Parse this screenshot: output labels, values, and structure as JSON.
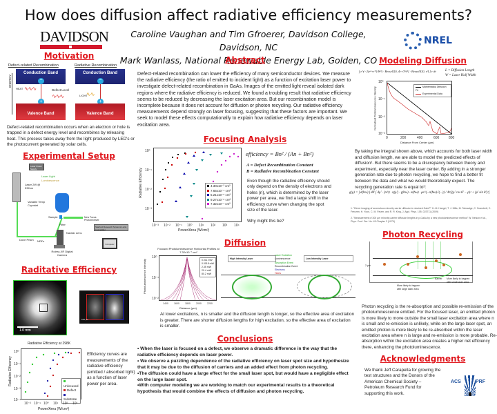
{
  "header": {
    "title": "How does diffusion affect radiative efficiency measurements?",
    "authors_line1": "Caroline Vaughan and Tim Gfroerer, Davidson College, Davidson, NC",
    "authors_line2": "Mark Wanlass, National Renewable Energy Lab, Golden, CO",
    "logo_left": "DAVIDSON",
    "logo_right": "NREL"
  },
  "motivation": {
    "heading": "Motivation",
    "label_left": "Defect-related Recombination",
    "label_right": "Radiative Recombination",
    "conduction_band": "Conduction Band",
    "valence_band": "Valence Band",
    "defect_level": "Defect Level",
    "heat": "HEAT",
    "light": "LIGHT",
    "energy_axis": "ENERGY",
    "minus": "−",
    "plus": "+",
    "text": "Defect-related recombination occurs when an electron or hole is trapped in a defect energy level and recombines by releasing heat. This process takes away from the light produced by LED's or the photocurrent generated by solar cells."
  },
  "setup": {
    "heading": "Experimental Setup",
    "labels": {
      "laser_power": "Laser Power Supply",
      "laser": "Laser 2W @ 532nm",
      "legend_laser": "Laser Light",
      "legend_lum": "Luminescence",
      "cryostat": "Variable Temp Cryostat",
      "sample": "Sample",
      "collimating": "Collimating Lens",
      "focusing": "Focusing Lens & Filter",
      "photodiode": "New Focus Photoreceiver",
      "lockin": "Stanford Research Systems Lock-In Amplifier",
      "filter": "Filter",
      "navitar": "Navitar Lens",
      "camera": "Rolera-XR Digital Camera",
      "computer": "Computer",
      "dove": "Dove Prism",
      "ndfs": "NDFs"
    }
  },
  "radiative_efficiency": {
    "heading": "Raditative Efficiency",
    "scale_left": "1.0 mm",
    "scale_right": "100 µm",
    "text": "Efficiency curves are measurements of the radiative efficiency (emitted / absorbed light) as a function of laser power per area."
  },
  "abstract": {
    "heading": "Abstract",
    "text": "Defect-related recombination can lower the efficiency of many semiconductor devices. We measure the radiative efficiency (the ratio of emitted to incident light) as a function of excitation laser power to investigate defect-related recombination in GaAs. Images of the emitted light reveal isolated dark regions where the radiative efficiency is reduced. We found a troubling result that radiative efficiency seems to be reduced by decreasing the laser excitation area. But our recombination model is incomplete because it does not account for diffusion or photon recycling. Our radiative efficiency measurements depend strongly on laser focusing, suggesting that these factors are important. We seek to model these effects computationally to explain how radiative efficiency depends on laser excitation area."
  },
  "focusing": {
    "heading": "Focusing Analysis",
    "equation": "efficiency = Bn² / (An + Bn²)",
    "const_a": "A = Defect Recombination Constant",
    "const_b": "B = Radiative Recombination Constant",
    "text": "Even though the radiative efficiency should only depend on the density of electrons and holes (n), which is determined by the laser power per area, we find a large shift in the efficiency curve when changing the spot size of the laser.",
    "question": "Why might this be?"
  },
  "diffusion": {
    "heading": "Diffusion",
    "high_label": "High Intensity Laser",
    "low_label": "Low Intensity Laser",
    "legend": [
      "Laser Excitation",
      "Luminescence",
      "Absorption Event",
      "Recombination Event",
      "Electrons",
      "Holes"
    ],
    "text": "At lower excitations, n is smaller and the diffusion length is longer, so the effective area of excitation is greater. There are shorter diffusion lengths for high excitation, so the effective area of excitation is smaller."
  },
  "conclusions": {
    "heading": "Conclusions",
    "bullets": [
      "• When the laser is focused on a defect, we observe a dramatic difference in the way that the radiative efficiency depends on laser power.",
      "• We observe a puzzling dependence of the radiative efficiency on laser spot size and hypothesize that it may be due to the diffusion of carriers and an added effect from photon recycling.",
      "•The diffusion could have a large effect for the small laser spot, but would have a negligible effect on the large laser spot.",
      "•With computer modeling we are working to match our experimental results to a theoretical hypothesis that would combine the effects of diffusion and photon recycling."
    ]
  },
  "modeling": {
    "heading": "Modeling Diffusion",
    "equation": "∫ e^(−2(r²+r'²)/W²) · BesselI[0, 4r·r'/W²] · BesselK[0, r/L] r dr",
    "def_l": "L = Diffusion Length",
    "def_w": "W = Laser Half Width",
    "text": "By taking the integral shown above, which accounts for both laser width and diffusion length, we are able to model the predicted effects of diffusion¹. But there seems to be a discrepancy between theory and experiment, especially near the laser center. By adding in a stronger generation rate due to photon recycling, we hope to find a better fit between the data and what we would theoretically expect. The recycling generation rate is equal to²:",
    "recycling_eq": "g(ρ) = ∫ d(ħω) ∫ dθ' ∫ dρ' · (n/τ) · η(ρ') · γ(ħω) · α(ħω) · ρe^(−α(ħω)√(...)) / 4π[(ρ' cos θ' − ρ)² + (ρ' sin θ')²]",
    "ref1": "1. \"Direct imaging of anomalous minority carrier diffusion in strained GaInP\" H.-M. Haegel, T. J. Mills, M. Talmadge, C. Scandrett, C. Frenzen, H. Yoon, C. M. Fetzer, and R. R. King, J. Appl. Phys. 105, 023711 (2009)",
    "ref2": "2. \"Measurement of 300 µm minority-carrier diffusion lengths in p-GaAs by a new photoluminescence method\" W. Nelson et al., Phys. Conf. Ser. No. 45 Chapter 3 (1979)"
  },
  "photon_recycling": {
    "heading": "Photon Recycling",
    "thickness": "2 µm",
    "barrier": "Barrier",
    "note_large": "More likely to happen with large laser area",
    "note_small": "More likely to happen with small laser area",
    "text": "Photon recycling is the re-absorption and possible re-emission of the photoluminescence emitted. For the focused laser, an emitted photon is more likely to move outside the small laser excitation area where n is small and re-emission is unlikely, while on the large laser spot, an emitted photon is more likely to be re-absorbed within the laser excitation area where n is large and re-emission is more probable. Re-absorption within the excitation area creates a higher net efficiency there, enhancing the photoluminescence."
  },
  "acknowledgments": {
    "heading": "Acknowledgments",
    "text": "We thank Jeff Carapella for growing the test structures and the Donors of the American Chemical Society – Petroleum Research Fund for supporting this work.",
    "logo_left": "ACS",
    "logo_right": "PRF"
  },
  "chart_data": [
    {
      "type": "scatter",
      "title": "Radiative Efficiency at 298K",
      "xlabel": "Power/Area (W/cm²)",
      "ylabel": "Radiative Efficiency",
      "x_ticks": [
        "10⁻²",
        "10⁻¹",
        "10⁰",
        "10¹",
        "10²",
        "10³"
      ],
      "y_ticks": [
        "10⁰",
        "10⁻¹",
        "10⁻²",
        "10⁻³",
        "10⁻⁴"
      ],
      "legend": [
        "Unfocused",
        "Defect",
        "Substrate"
      ],
      "series": [
        {
          "name": "Unfocused",
          "color": "#33cc33",
          "x": [
            0.005,
            0.01,
            0.03,
            0.1,
            1,
            10,
            100
          ],
          "y": [
            0.002,
            0.01,
            0.05,
            0.3,
            0.8,
            0.95,
            1.0
          ]
        },
        {
          "name": "Defect",
          "color": "#cc2222",
          "x": [
            0.3,
            1,
            3,
            10,
            100,
            1000
          ],
          "y": [
            0.0002,
            0.003,
            0.05,
            0.4,
            0.9,
            1.0
          ]
        },
        {
          "name": "Substrate",
          "color": "#2222aa",
          "x": [
            0.3,
            0.6,
            1,
            3,
            10,
            100
          ],
          "y": [
            0.0005,
            0.005,
            0.1,
            0.6,
            0.9,
            1.0
          ]
        }
      ]
    },
    {
      "type": "scatter",
      "title": "",
      "xlabel": "Power/Area (W/cm²)",
      "ylabel": "Radiative Efficiency",
      "x_ticks": [
        "10⁻³",
        "10⁻²",
        "10⁻¹",
        "10⁰",
        "10¹",
        "10²",
        "10³",
        "10⁴"
      ],
      "y_ticks": [
        "10⁰",
        "10⁻¹",
        "10⁻²",
        "10⁻³"
      ],
      "legend": [
        "4.30x10⁻³ cm²",
        "7.65x10⁻⁴ cm²",
        "5.21x10⁻⁵ cm²",
        "9.27x10⁻⁶ cm²",
        "7.32x10⁻⁷ cm²"
      ],
      "series": [
        {
          "name": "4.30x10⁻³ cm²",
          "color": "#000000",
          "x": [
            0.002,
            0.01,
            0.1,
            1,
            10
          ],
          "y": [
            0.005,
            0.05,
            0.5,
            0.9,
            1.0
          ]
        },
        {
          "name": "7.65x10⁻⁴ cm²",
          "color": "#cc0000",
          "x": [
            0.004,
            0.02,
            0.2,
            2,
            20
          ],
          "y": [
            0.005,
            0.03,
            0.4,
            0.9,
            1.0
          ]
        },
        {
          "name": "5.21x10⁻⁵ cm²",
          "color": "#0000aa",
          "x": [
            0.03,
            0.1,
            1,
            10,
            100
          ],
          "y": [
            0.005,
            0.02,
            0.3,
            0.85,
            1.0
          ]
        },
        {
          "name": "9.27x10⁻⁶ cm²",
          "color": "#008888",
          "x": [
            0.2,
            0.6,
            3,
            30,
            300
          ],
          "y": [
            0.0015,
            0.01,
            0.2,
            0.8,
            1.0
          ]
        },
        {
          "name": "7.32x10⁻⁷ cm²",
          "color": "#cc22cc",
          "x": [
            3,
            10,
            100,
            1000,
            5000
          ],
          "y": [
            0.002,
            0.01,
            0.2,
            0.7,
            0.8
          ]
        }
      ]
    },
    {
      "type": "line",
      "title": "Focused Photoluminescence Horizontal Profiles at 7.32x10⁻⁷ cm²",
      "xlabel": "Distance (µm)",
      "ylabel": "Photoluminescence Intensity",
      "x_ticks": [
        "1400",
        "1600",
        "1800",
        "2000",
        "2200"
      ],
      "y_ticks": [
        "10⁰",
        "10⁻¹",
        "10⁻²"
      ],
      "legend": [
        "0.011 mW",
        "0.0018 mW",
        "2.35 mW",
        "20.4 mW",
        "80.2 mW"
      ]
    },
    {
      "type": "line",
      "title": "",
      "xlabel": "Distance From Center (µm)",
      "ylabel": "Normalized Photoluminescence Intensity",
      "x_ticks": [
        "0",
        "200",
        "400",
        "600",
        "800"
      ],
      "y_ticks": [
        "10⁰",
        "10⁻¹",
        "10⁻²",
        "10⁻³"
      ],
      "legend": [
        "Mathematica Diffusion Fit",
        "Experimental Data"
      ],
      "series": [
        {
          "name": "Mathematica Diffusion Fit",
          "color": "#000000",
          "x": [
            0,
            200,
            400,
            600,
            800
          ],
          "y": [
            1.0,
            0.18,
            0.03,
            0.005,
            0.001
          ]
        },
        {
          "name": "Experimental Data",
          "color": "#cc2222",
          "x": [
            0,
            50,
            200,
            400,
            600,
            800
          ],
          "y": [
            1.0,
            0.1,
            0.03,
            0.007,
            0.002,
            0.001
          ]
        }
      ]
    }
  ]
}
